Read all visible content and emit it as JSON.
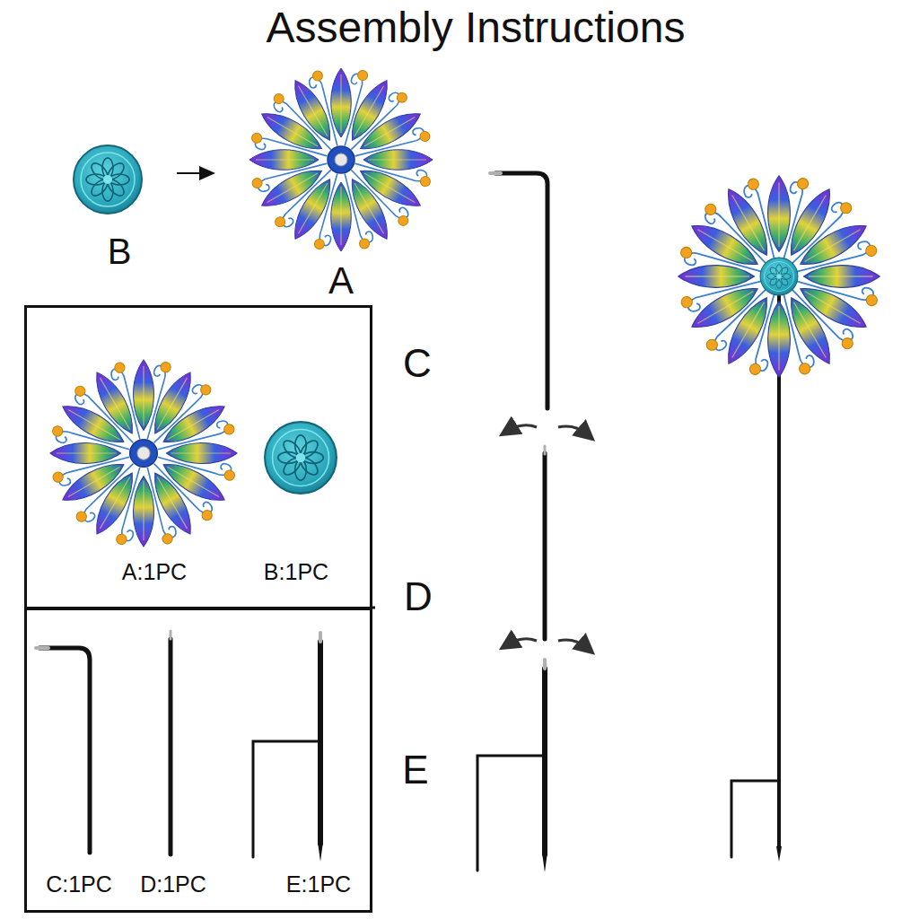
{
  "diagram": {
    "title": "Assembly Instructions",
    "nodes": [
      {
        "text": [
          "A:1PC",
          "B:1PC"
        ]
      },
      {
        "text": [
          "C:1PC",
          "D:1PC",
          "E:1PC"
        ]
      }
    ],
    "labels": [
      "B",
      "A",
      "C",
      "D",
      "E"
    ]
  }
}
